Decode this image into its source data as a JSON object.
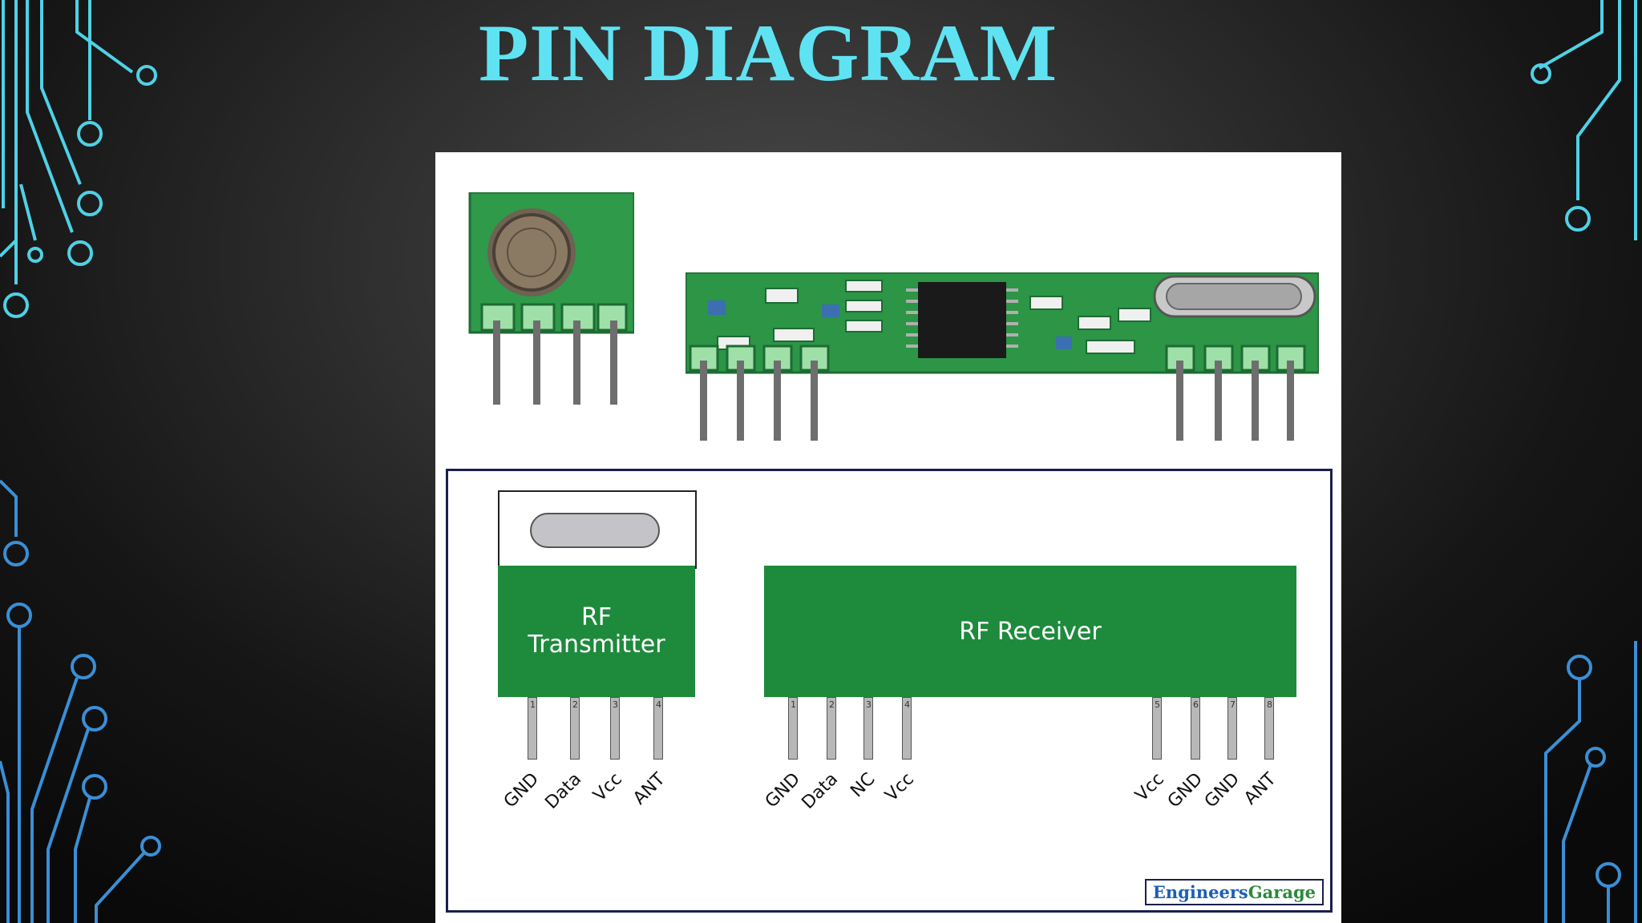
{
  "slide": {
    "title": "PIN DIAGRAM"
  },
  "schematic": {
    "transmitter": {
      "label_line1": "RF",
      "label_line2": "Transmitter",
      "pins": [
        {
          "num": "1",
          "label": "GND"
        },
        {
          "num": "2",
          "label": "Data"
        },
        {
          "num": "3",
          "label": "Vcc"
        },
        {
          "num": "4",
          "label": "ANT"
        }
      ]
    },
    "receiver": {
      "label": "RF Receiver",
      "pins": [
        {
          "num": "1",
          "label": "GND"
        },
        {
          "num": "2",
          "label": "Data"
        },
        {
          "num": "3",
          "label": "NC"
        },
        {
          "num": "4",
          "label": "Vcc"
        },
        {
          "num": "5",
          "label": "Vcc"
        },
        {
          "num": "6",
          "label": "GND"
        },
        {
          "num": "7",
          "label": "GND"
        },
        {
          "num": "8",
          "label": "ANT"
        }
      ]
    },
    "brand": {
      "part1": "Engineers",
      "part2": "Garage"
    }
  },
  "colors": {
    "title": "#5fe3f2",
    "module_green": "#1e8a3c",
    "circuit_cyan": "#4fd1e6",
    "circuit_blue": "#3a8fd6"
  },
  "icons": [
    "circuit-trace-decoration",
    "rf-transmitter-photo",
    "rf-receiver-photo"
  ]
}
